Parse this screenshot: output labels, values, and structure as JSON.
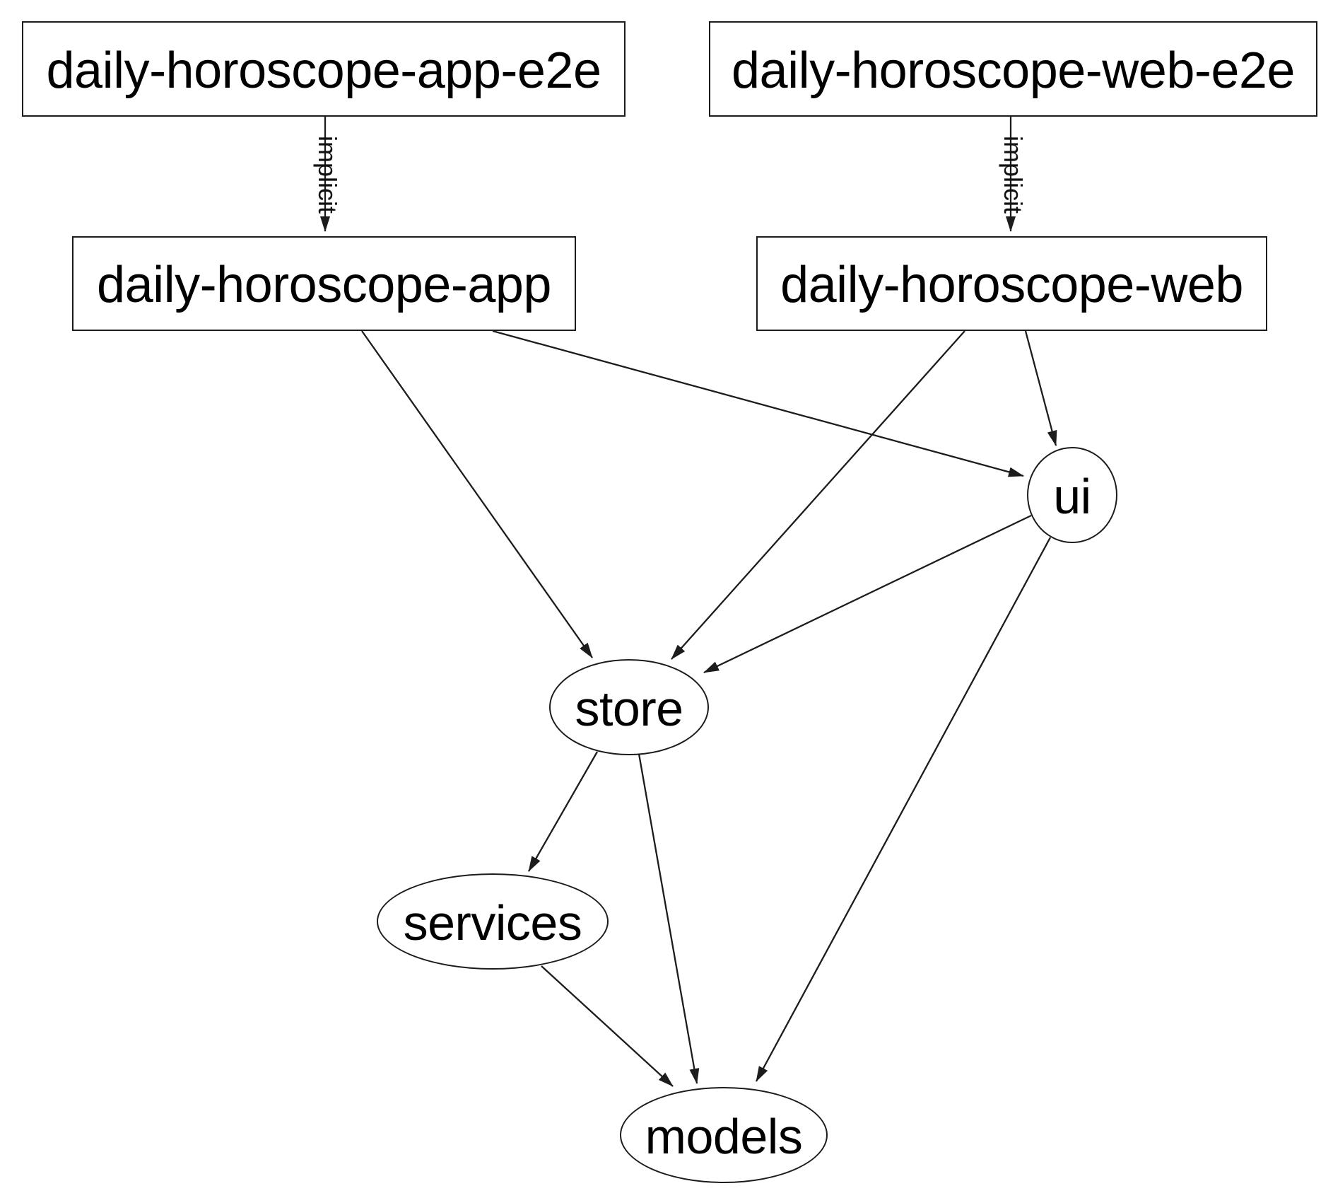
{
  "diagram": {
    "background_color": "#ffffff",
    "stroke_color": "#1c1c1c",
    "text_color": "#000000"
  },
  "nodes": {
    "app_e2e": {
      "label": "daily-horoscope-app-e2e",
      "shape": "rectangle"
    },
    "web_e2e": {
      "label": "daily-horoscope-web-e2e",
      "shape": "rectangle"
    },
    "app": {
      "label": "daily-horoscope-app",
      "shape": "rectangle"
    },
    "web": {
      "label": "daily-horoscope-web",
      "shape": "rectangle"
    },
    "ui": {
      "label": "ui",
      "shape": "ellipse"
    },
    "store": {
      "label": "store",
      "shape": "ellipse"
    },
    "services": {
      "label": "services",
      "shape": "ellipse"
    },
    "models": {
      "label": "models",
      "shape": "ellipse"
    }
  },
  "edges": [
    {
      "from": "daily-horoscope-app-e2e",
      "to": "daily-horoscope-app",
      "label": "implicit"
    },
    {
      "from": "daily-horoscope-web-e2e",
      "to": "daily-horoscope-web",
      "label": "implicit"
    },
    {
      "from": "daily-horoscope-app",
      "to": "store",
      "label": ""
    },
    {
      "from": "daily-horoscope-app",
      "to": "ui",
      "label": ""
    },
    {
      "from": "daily-horoscope-web",
      "to": "store",
      "label": ""
    },
    {
      "from": "daily-horoscope-web",
      "to": "ui",
      "label": ""
    },
    {
      "from": "ui",
      "to": "store",
      "label": ""
    },
    {
      "from": "ui",
      "to": "models",
      "label": ""
    },
    {
      "from": "store",
      "to": "services",
      "label": ""
    },
    {
      "from": "store",
      "to": "models",
      "label": ""
    },
    {
      "from": "services",
      "to": "models",
      "label": ""
    }
  ]
}
